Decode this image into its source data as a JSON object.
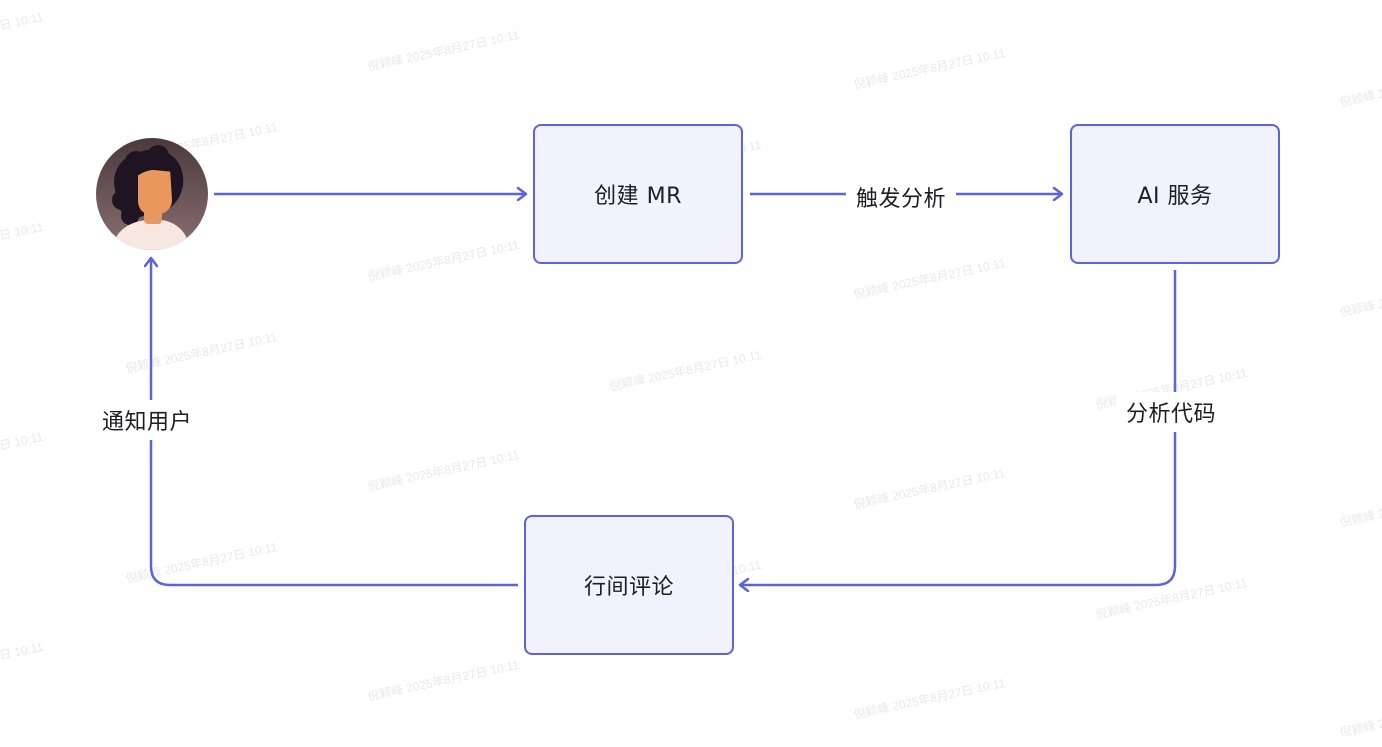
{
  "diagram": {
    "actor": {
      "icon": "user-avatar-icon"
    },
    "nodes": {
      "create_mr": "创建 MR",
      "ai_service": "AI 服务",
      "line_comment": "行间评论"
    },
    "edges": {
      "trigger_analysis": "触发分析",
      "analyze_code": "分析代码",
      "notify_user": "通知用户"
    }
  },
  "watermark": {
    "text": "倪颖峰 2025年8月27日 10:11"
  },
  "colors": {
    "accent": "#5b63e0",
    "node_fill": "#f1f2fc",
    "text": "#1d1d24"
  }
}
